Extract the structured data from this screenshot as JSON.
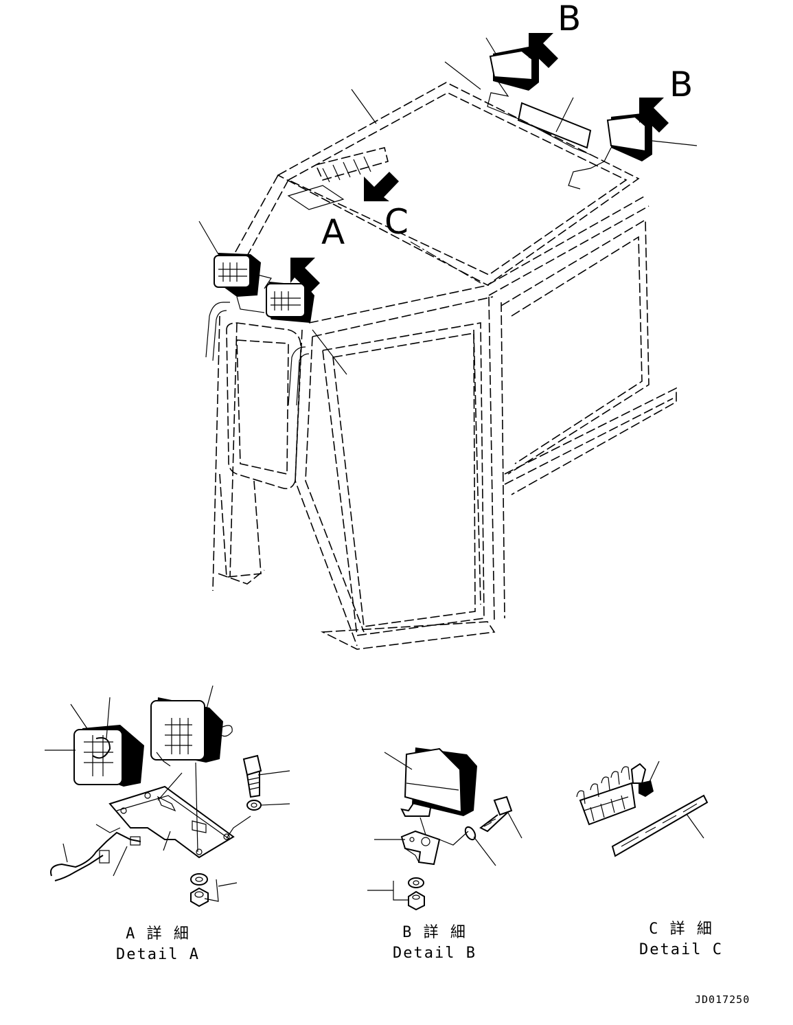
{
  "callouts": {
    "b_top": "B",
    "b_right": "B",
    "a": "A",
    "c": "C"
  },
  "details": {
    "a": {
      "jp": "A 詳 細",
      "en": "Detail A"
    },
    "b": {
      "jp": "B 詳 細",
      "en": "Detail B"
    },
    "c": {
      "jp": "C 詳 細",
      "en": "Detail C"
    }
  },
  "drawing_ref": "JD017250"
}
